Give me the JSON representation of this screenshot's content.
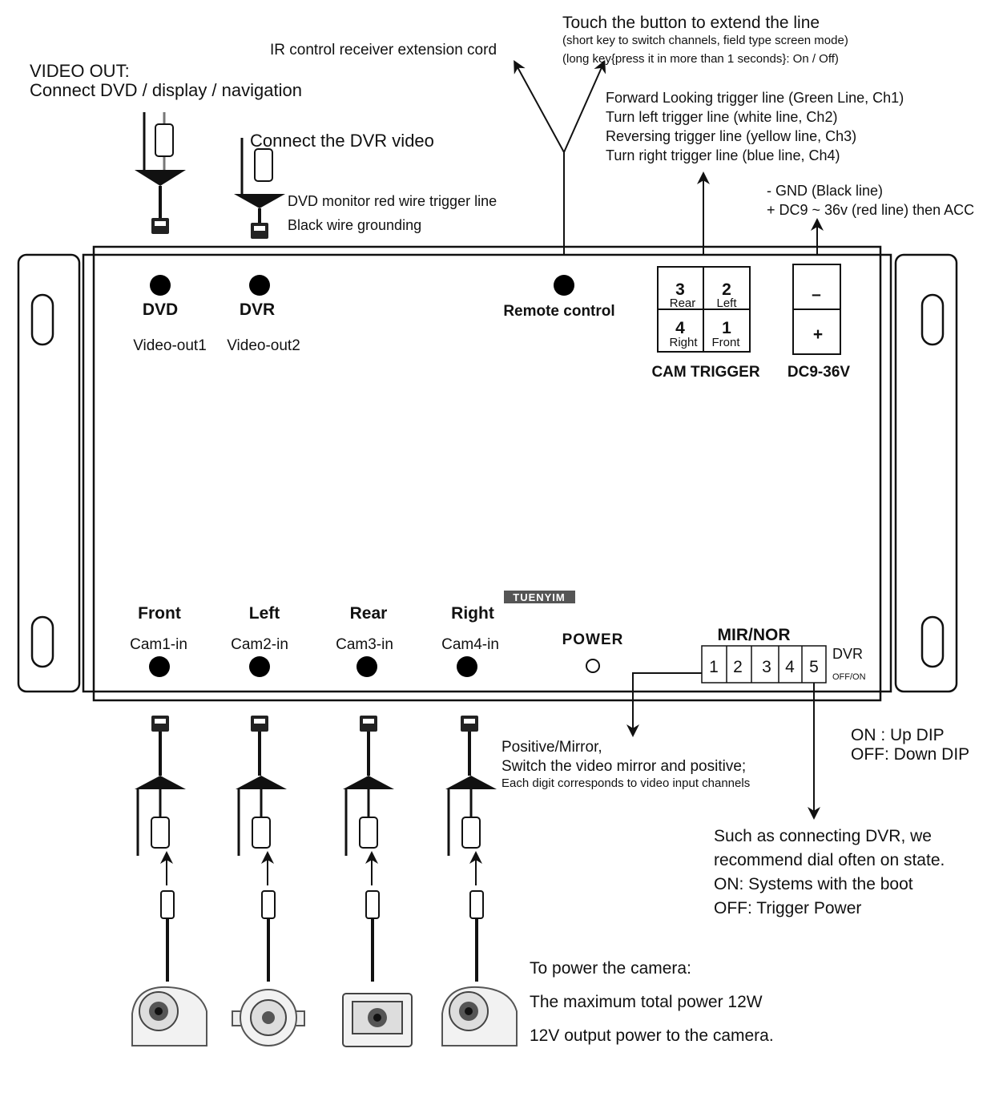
{
  "annotations": {
    "video_out_line1": "VIDEO OUT:",
    "video_out_line2": "Connect DVD / display / navigation",
    "dvr_video": "Connect the DVR video",
    "dvd_trigger": "DVD monitor red wire trigger line",
    "black_ground": "Black wire grounding",
    "ir_cord": "IR control receiver extension cord",
    "touch_title": "Touch the button to extend the line",
    "touch_short": "(short key to switch channels, field type screen mode)",
    "touch_long": "(long key{press it in more than 1 seconds}:  On / Off)",
    "trigger_ch1": "Forward Looking trigger line (Green Line, Ch1)",
    "trigger_ch2": "Turn left trigger line (white line, Ch2)",
    "trigger_ch3": "Reversing trigger line (yellow line, Ch3)",
    "trigger_ch4": "Turn right trigger line (blue line, Ch4)",
    "gnd": "- GND    (Black line)",
    "dc_power": "+ DC9 ~ 36v (red line) then ACC",
    "mirror_line1": "Positive/Mirror,",
    "mirror_line2": "Switch the video mirror and positive;",
    "mirror_line3": "Each digit corresponds to video input channels",
    "on_dip": "ON  : Up DIP",
    "off_dip": "OFF: Down DIP",
    "dvr_note1": "Such as connecting DVR, we",
    "dvr_note2": "recommend dial often on state.",
    "dvr_note3": "ON: Systems with the boot",
    "dvr_note4": "OFF: Trigger Power",
    "cam_power1": "To power the camera:",
    "cam_power2": "The maximum total power 12W",
    "cam_power3": "12V output power to the camera."
  },
  "panel": {
    "outputs": [
      {
        "label": "DVD",
        "sub": "Video-out1"
      },
      {
        "label": "DVR",
        "sub": "Video-out2"
      }
    ],
    "remote": "Remote control",
    "cam_trigger": {
      "title": "CAM TRIGGER",
      "cells": [
        {
          "num": "3",
          "name": "Rear"
        },
        {
          "num": "2",
          "name": "Left"
        },
        {
          "num": "4",
          "name": "Right"
        },
        {
          "num": "1",
          "name": "Front"
        }
      ]
    },
    "power_input": {
      "minus": "–",
      "plus": "+",
      "label": "DC9-36V"
    },
    "inputs": [
      {
        "label": "Front",
        "sub": "Cam1-in"
      },
      {
        "label": "Left",
        "sub": "Cam2-in"
      },
      {
        "label": "Rear",
        "sub": "Cam3-in"
      },
      {
        "label": "Right",
        "sub": "Cam4-in"
      }
    ],
    "power_led": "POWER",
    "brand": "TUENYIM",
    "dip": {
      "title": "MIR/NOR",
      "switches": [
        "1",
        "2",
        "3",
        "4",
        "5"
      ],
      "dvr_label": "DVR",
      "dvr_sub": "OFF/ON"
    }
  }
}
